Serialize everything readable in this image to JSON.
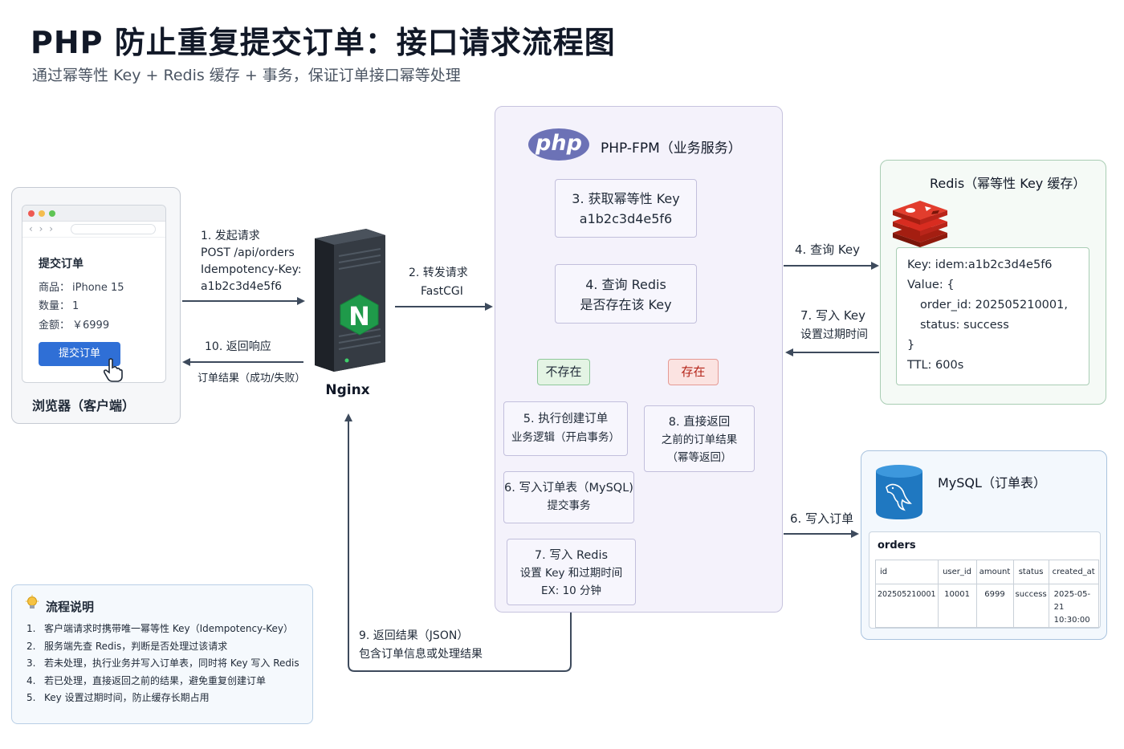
{
  "header": {
    "title": "PHP 防止重复提交订单：接口请求流程图",
    "subtitle": "通过幂等性 Key + Redis 缓存 + 事务，保证订单接口幂等处理"
  },
  "browser": {
    "order_title": "提交订单",
    "product_key": "商品：",
    "product_value": "iPhone 15",
    "qty_key": "数量：",
    "qty_value": "1",
    "amount_key": "金额：",
    "amount_value": "￥6999",
    "submit_label": "提交订单",
    "label": "浏览器（客户端）"
  },
  "arrows": {
    "a1_l1": "1. 发起请求",
    "a1_l2": "POST /api/orders",
    "a1_l3": "Idempotency-Key:",
    "a1_l4": "a1b2c3d4e5f6",
    "a10_l1": "10. 返回响应",
    "a10_l2": "订单结果（成功/失败）",
    "a2_l1": "2. 转发请求",
    "a2_l2": "FastCGI",
    "a4_label": "4. 查询 Key",
    "a7_l1": "7. 写入 Key",
    "a7_l2": "设置过期时间",
    "a6_label": "6. 写入订单",
    "a9_l1": "9. 返回结果（JSON）",
    "a9_l2": "包含订单信息或处理结果"
  },
  "nginx": {
    "label": "Nginx",
    "logo_letter": "N"
  },
  "fpm": {
    "logo_text": "php",
    "title": "PHP-FPM（业务服务）",
    "s3_l1": "3. 获取幂等性 Key",
    "s3_l2": "a1b2c3d4e5f6",
    "s4_l1": "4. 查询 Redis",
    "s4_l2": "是否存在该 Key",
    "not_exist": "不存在",
    "exist": "存在",
    "s5_l1": "5. 执行创建订单",
    "s5_l2": "业务逻辑（开启事务）",
    "s6_l1": "6. 写入订单表（MySQL)",
    "s6_l2": "提交事务",
    "s7_l1": "7. 写入 Redis",
    "s7_l2": "设置 Key 和过期时间",
    "s7_l3": "EX: 10 分钟",
    "s8_l1": "8. 直接返回",
    "s8_l2": "之前的订单结果",
    "s8_l3": "（幂等返回）"
  },
  "redis": {
    "title": "Redis（幂等性 Key 缓存）",
    "key_line": "Key: idem:a1b2c3d4e5f6",
    "value_open": "Value: {",
    "order_id_line": "order_id: 202505210001,",
    "status_line": "status: success",
    "value_close": "}",
    "ttl_line": "TTL:  600s"
  },
  "mysql": {
    "title": "MySQL（订单表）",
    "table_name": "orders",
    "columns": [
      "id",
      "user_id",
      "amount",
      "status",
      "created_at"
    ],
    "row": [
      "202505210001",
      "10001",
      "6999",
      "success",
      "2025-05-21 10:30:00"
    ]
  },
  "legend": {
    "title": "流程说明",
    "items": [
      "客户端请求时携带唯一幂等性 Key（Idempotency-Key）",
      "服务端先查 Redis，判断是否处理过该请求",
      "若未处理，执行业务并写入订单表，同时将 Key 写入 Redis",
      "若已处理，直接返回之前的结果，避免重复创建订单",
      "Key 设置过期时间，防止缓存长期占用"
    ]
  },
  "colors": {
    "arrow": "#3d4a5c",
    "button_blue": "#2f6fd6",
    "php_purple": "#6c72b6",
    "nginx_green": "#1f9a4a",
    "redis_red": "#d82c20",
    "mysql_blue": "#1f78c1",
    "not_exist_green": "#e4f4e4",
    "exist_red": "#fbe3e1"
  }
}
